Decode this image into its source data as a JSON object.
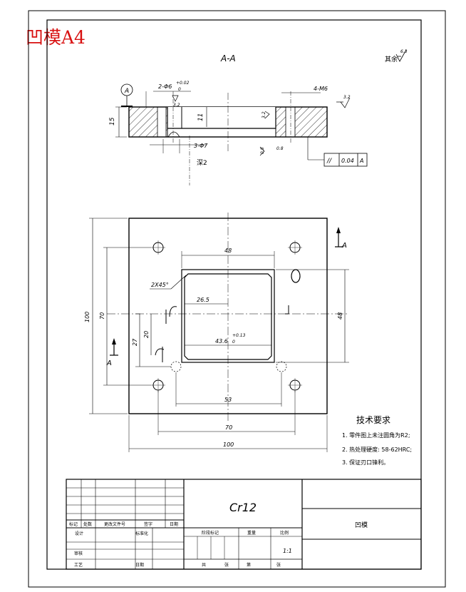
{
  "title": "凹模A4",
  "section_label": "A-A",
  "roughness_rest": {
    "label": "其余",
    "value": "6.3"
  },
  "section_view": {
    "datum_a": "A",
    "height_dim": "15",
    "inner_depth": "11",
    "holes_top": "2-Φ6",
    "holes_top_tol": "+0.02",
    "holes_top_tol2": "0",
    "thread": "4-M6",
    "holes_bottom": "3-Φ7",
    "holes_bottom_depth": "深2",
    "rough_32a": "3.2",
    "rough_32b": "3.2",
    "rough_32c": "3.2",
    "rough_08a": "0.8",
    "rough_08b": "0.8",
    "tolerance": {
      "symbol": "//",
      "value": "0.04",
      "datum": "A"
    }
  },
  "plan_view": {
    "view_mark_a1": "A",
    "view_mark_a2": "A",
    "dim_48_top": "48",
    "dim_48_right": "48",
    "chamfer": "2X45°",
    "dim_26_5": "26.5",
    "dim_43_6": "43.6",
    "dim_43_6_tol": "+0.13",
    "dim_43_6_tol2": "0",
    "dim_100_left": "100",
    "dim_70_left": "70",
    "dim_27": "27",
    "dim_20": "20",
    "dim_53": "53",
    "dim_70_bottom": "70",
    "dim_100_bottom": "100"
  },
  "tech_req": {
    "heading": "技术要求",
    "items": [
      "1. 零件图上未注圆角为R2;",
      "2. 热处理硬度: 58-62HRC;",
      "3. 保证刃口锋利。"
    ]
  },
  "title_block": {
    "material": "Cr12",
    "part_name": "凹模",
    "scale": "1:1",
    "labels": {
      "mark": "标记",
      "count": "处数",
      "file_no": "更改文件号",
      "sign": "签字",
      "date": "日期",
      "design": "设计",
      "standard": "标准化",
      "review": "审核",
      "process": "工艺",
      "date2": "日期",
      "stage": "阶段标记",
      "weight": "重量",
      "scale_label": "比例",
      "total": "共",
      "sheet": "张",
      "no": "第",
      "sheet2": "张"
    }
  }
}
